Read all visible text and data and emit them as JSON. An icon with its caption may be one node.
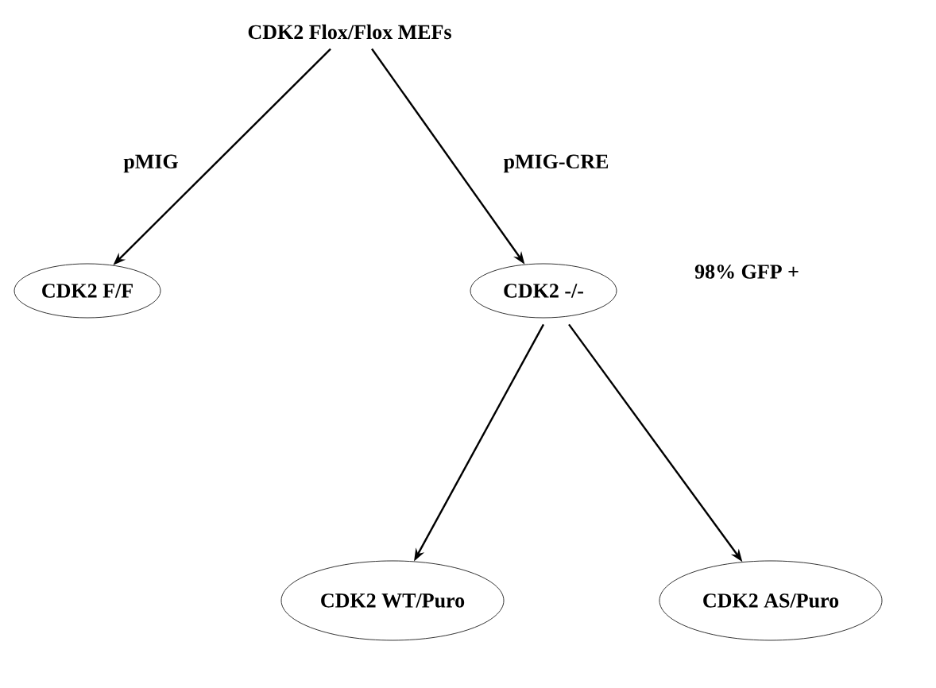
{
  "diagram": {
    "nodes": [
      {
        "text": [
          "CDK2 Flox/Flox MEFs"
        ]
      },
      {
        "text": [
          "CDK2 F/F"
        ]
      },
      {
        "text": [
          "CDK2 -/-"
        ],
        "beside": [
          "98% GFP +"
        ]
      },
      {
        "text": [
          "CDK2 WT/Puro"
        ]
      },
      {
        "text": [
          "CDK2 AS/Puro"
        ]
      }
    ],
    "edges": [
      {
        "from": 0,
        "to": 1,
        "arrow": "to",
        "label": "pMIG"
      },
      {
        "from": 0,
        "to": 2,
        "arrow": "to",
        "label": "pMIG-CRE"
      },
      {
        "from": 2,
        "to": 3,
        "arrow": "to"
      },
      {
        "from": 2,
        "to": 4,
        "arrow": "to"
      }
    ]
  }
}
